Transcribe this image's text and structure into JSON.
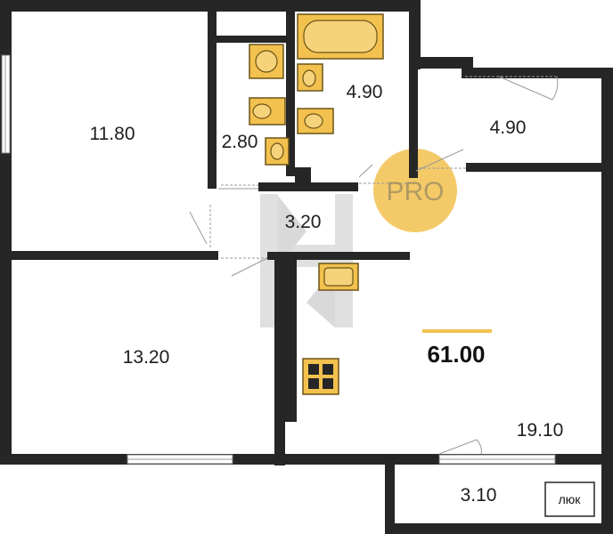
{
  "plan": {
    "total_area": "61.00",
    "accent_color": "#f2c14e",
    "wall_color": "#262626",
    "rooms": [
      {
        "id": "room-left-top",
        "area": "11.80"
      },
      {
        "id": "room-wc",
        "area": "2.80"
      },
      {
        "id": "room-bath",
        "area": "4.90"
      },
      {
        "id": "room-right-top",
        "area": "4.90"
      },
      {
        "id": "hallway",
        "area": "3.20"
      },
      {
        "id": "room-left-bottom",
        "area": "13.20"
      },
      {
        "id": "kitchen-living",
        "area": "19.10"
      },
      {
        "id": "balcony",
        "area": "3.10"
      }
    ],
    "hatch_label": "люк",
    "watermark": "PRO",
    "icons": [
      "bathtub-icon",
      "toilet-icon",
      "sink-icon",
      "stove-icon",
      "kitchen-sink-icon",
      "washing-machine-icon"
    ]
  }
}
